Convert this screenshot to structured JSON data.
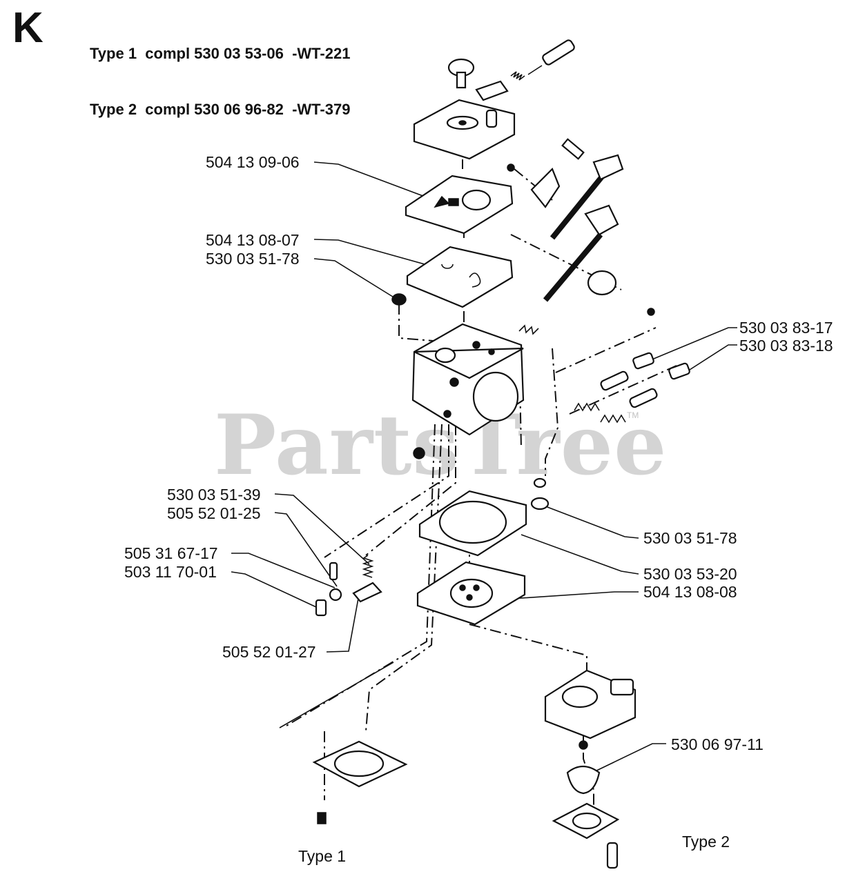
{
  "section_letter": "K",
  "header": {
    "line1": "Type 1  compl 530 03 53-06  -WT-221",
    "line2": "Type 2  compl 530 06 96-82  -WT-379"
  },
  "watermark": {
    "text": "PartsTree",
    "tm": "TM"
  },
  "callouts": [
    "504 13 09-06",
    "504 13 08-07",
    "530 03 51-78",
    "530 03 83-17",
    "530 03 83-18",
    "530 03 51-39",
    "505 52 01-25",
    "505 31 67-17",
    "503 11 70-01",
    "530 03 51-78",
    "530 03 53-20",
    "504 13 08-08",
    "505 52 01-27",
    "530 06 97-11"
  ],
  "captions": {
    "type1": "Type 1",
    "type2": "Type 2"
  },
  "icons": [
    "diaphragm-icon",
    "gasket-icon",
    "screw-icon",
    "needle-icon",
    "spring-icon",
    "carburetor-body-icon",
    "pump-cover-icon",
    "cup-icon"
  ]
}
